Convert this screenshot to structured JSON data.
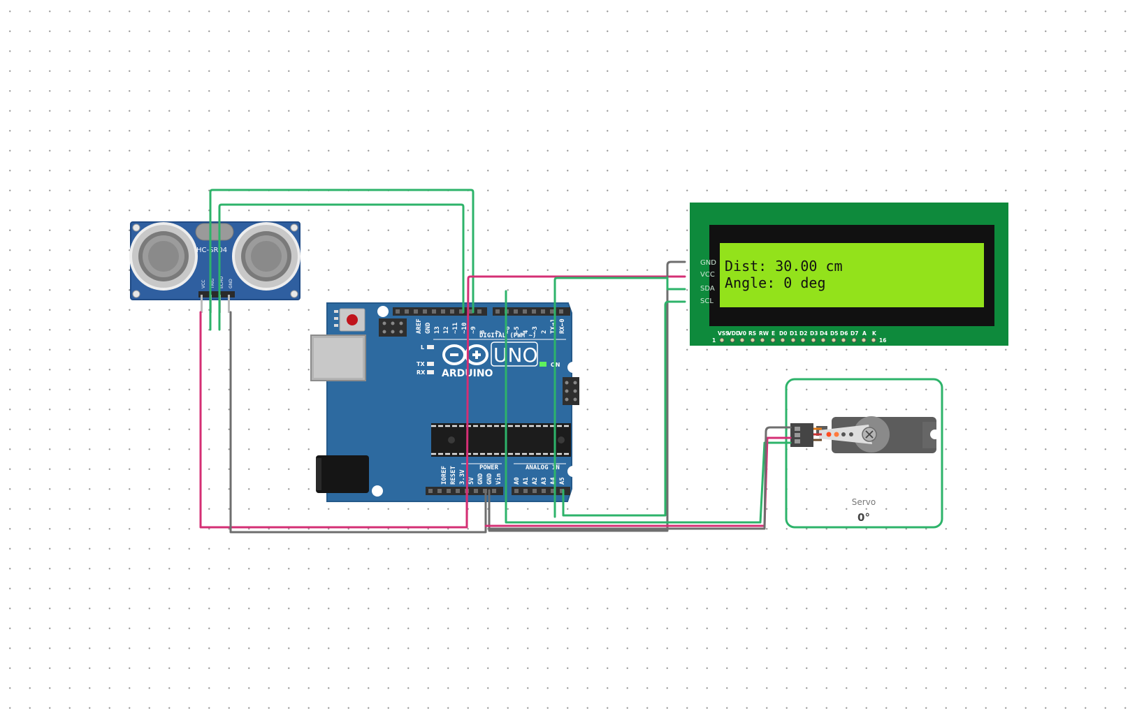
{
  "ultrasonic": {
    "model": "HC-SR04",
    "pins": [
      "VCC",
      "TRIG",
      "ECHO",
      "GND"
    ]
  },
  "arduino": {
    "logo_text": "UNO",
    "brand": "ARDUINO",
    "digital_label": "DIGITAL (PWM ~)",
    "power_label": "POWER",
    "analog_label": "ANALOG IN",
    "digital_pins": [
      "AREF",
      "GND",
      "13",
      "12",
      "~11",
      "~10",
      "~9",
      "8",
      "7",
      "~6",
      "~5",
      "4",
      "~3",
      "2",
      "TX→1",
      "RX←0"
    ],
    "power_pins": [
      "IOREF",
      "RESET",
      "3.3V",
      "5V",
      "GND",
      "GND",
      "Vin"
    ],
    "analog_pins": [
      "A0",
      "A1",
      "A2",
      "A3",
      "A4",
      "A5"
    ],
    "led_l": "L",
    "led_tx": "TX",
    "led_rx": "RX",
    "led_on": "ON"
  },
  "lcd": {
    "line1": "Dist: 30.00 cm",
    "line2": "Angle: 0 deg",
    "i2c_pins": [
      "GND",
      "VCC",
      "SDA",
      "SCL"
    ],
    "bottom_pins": [
      "VSS",
      "VDD",
      "V0",
      "RS",
      "RW",
      "E",
      "D0",
      "D1",
      "D2",
      "D3",
      "D4",
      "D5",
      "D6",
      "D7",
      "A",
      "K"
    ],
    "pin_first": "1",
    "pin_last": "16",
    "colors": {
      "board": "#0e8a3c",
      "screen": "#93e21b",
      "bezel": "#111111"
    }
  },
  "servo": {
    "label": "Servo",
    "angle": "0°"
  },
  "wire_colors": {
    "green": "#2db36a",
    "pink": "#d42f74",
    "gray": "#6e6e6e"
  }
}
